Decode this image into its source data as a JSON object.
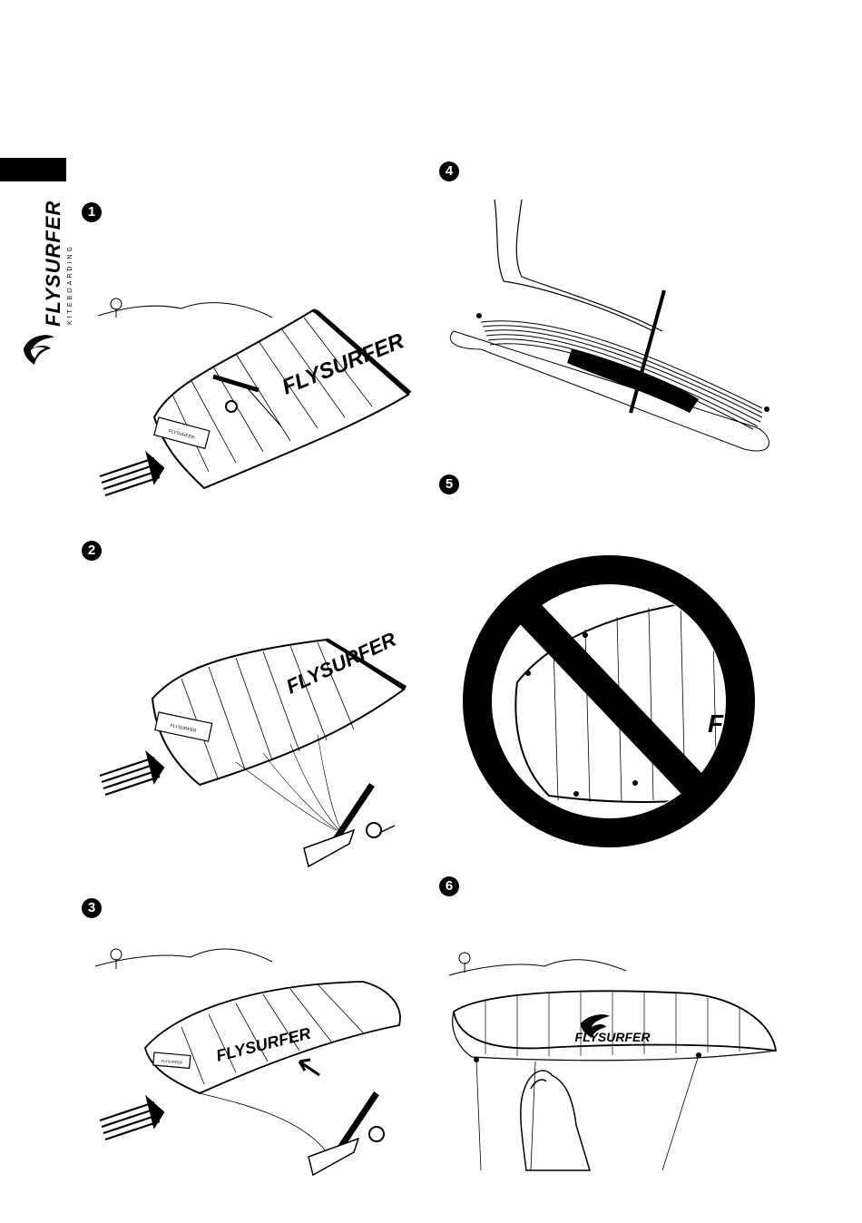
{
  "brand": {
    "name": "FLYSURFER",
    "tagline": "KITEBOARDING"
  },
  "steps": [
    {
      "number": "1",
      "kite_print": "FLYSURFER",
      "pocket_print": "FLYSURFER"
    },
    {
      "number": "2",
      "kite_print": "FLYSURFER",
      "pocket_print": "FLYSURFER"
    },
    {
      "number": "3",
      "kite_print": "FLYSURFER",
      "pocket_print": "FLYSURFER"
    },
    {
      "number": "4"
    },
    {
      "number": "5",
      "kite_print": "F"
    },
    {
      "number": "6",
      "kite_print": "FLYSURFER"
    }
  ],
  "colors": {
    "ink": "#000000",
    "paper": "#ffffff"
  }
}
